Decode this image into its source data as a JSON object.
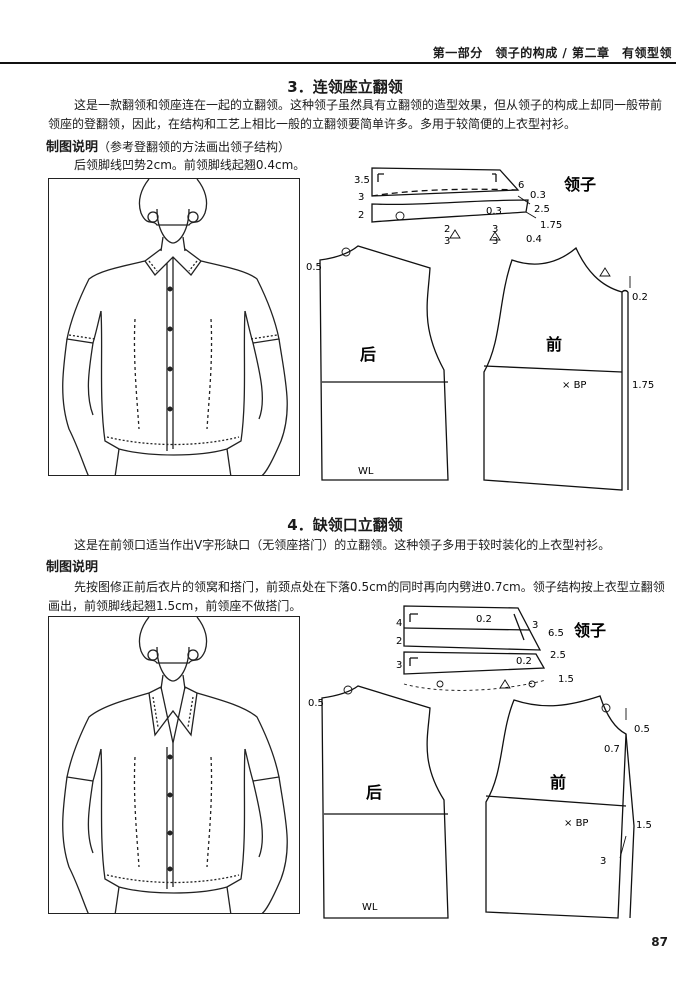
{
  "header": {
    "text": "第一部分　领子的构成 / 第二章　有领型领"
  },
  "section3": {
    "title": "3．连领座立翻领",
    "para": "这是一款翻领和领座连在一起的立翻领。这种领子虽然具有立翻领的造型效果，但从领子的构成上却同一般带前领座的登翻领，因此，在结构和工艺上相比一般的立翻领要简单许多。多用于较简便的上衣型衬衫。",
    "subhead": "制图说明",
    "subnote": "（参考登翻领的方法画出领子结构）",
    "para2": "后领脚线凹势2cm。前领脚线起翘0.4cm。",
    "collar_label": "领子",
    "collar_dims": {
      "a": "3.5",
      "b": "3",
      "c": "2",
      "d": "6",
      "e": "0.3",
      "f": "0.3",
      "g": "2.5",
      "h": "1.75",
      "i": "0.4",
      "frac1_num": "2",
      "frac1_den": "3",
      "frac2_num": "3",
      "frac2_den": "3"
    },
    "back_label": "后",
    "front_label": "前",
    "wl": "WL",
    "bp": "BP",
    "dim_05": "0.5",
    "dim_02": "0.2",
    "dim_175": "1.75"
  },
  "section4": {
    "title": "4．缺领口立翻领",
    "para": "这是在前领口适当作出V字形缺口（无领座搭门）的立翻领。这种领子多用于较时装化的上衣型衬衫。",
    "subhead": "制图说明",
    "para2": "先按图修正前后衣片的领窝和搭门，前颈点处在下落0.5cm的同时再向内劈进0.7cm。领子结构按上衣型立翻领画出，前领脚线起翘1.5cm，前领座不做搭门。",
    "collar_label": "领子",
    "collar_dims": {
      "a": "4",
      "b": "2",
      "c": "3",
      "d": "0.2",
      "e": "3",
      "f": "6.5",
      "g": "0.2",
      "h": "2.5",
      "i": "1.5"
    },
    "back_label": "后",
    "front_label": "前",
    "wl": "WL",
    "bp": "BP",
    "dim_05a": "0.5",
    "dim_05b": "0.5",
    "dim_07": "0.7",
    "dim_15": "1.5",
    "dim_3": "3"
  },
  "page_number": "87"
}
